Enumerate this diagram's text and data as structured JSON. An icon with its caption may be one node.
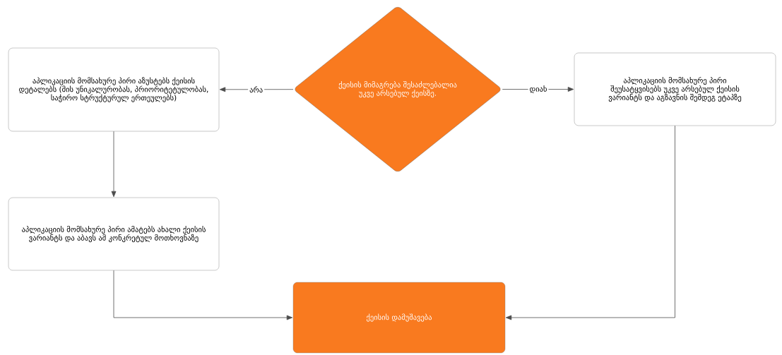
{
  "diagram": {
    "nodes": [
      {
        "text": [
          "აპლიკაციის მომსახურე პირი აზუსტებს ქეისის დეტალებს (მის უნიკალურობას, პრიორიტეტულობას, საჭირო სტრუქტურულ ერთეულებს)"
        ]
      },
      {
        "text": [
          "ქეისის  მიმაგრება შესაძლებალია უკვე არსებულ ქეისზე."
        ]
      },
      {
        "text": [
          "აპლიკაციის მომსახურე პირი შეუსატყვისებს უკვე არსებულ ქეისის ვარიანტს და აგზავნის შემდეგ ეტაპზე"
        ]
      },
      {
        "text": [
          "აპლიკაციის მომსახურე პირი ამატებს ახალი ქეისის ვარიანტს და აბავს ამ კონკრეტულ მოთხოვნაზე"
        ]
      },
      {
        "text": [
          "ქეისის დამუშავება"
        ]
      }
    ],
    "edges": [
      {
        "from": 1,
        "to": 0,
        "arrow": "to",
        "label": "არა"
      },
      {
        "from": 1,
        "to": 2,
        "arrow": "to",
        "label": "დიახ"
      },
      {
        "from": 0,
        "to": 3,
        "arrow": "to"
      },
      {
        "from": 3,
        "to": 4,
        "arrow": "to"
      },
      {
        "from": 2,
        "to": 4,
        "arrow": "to"
      }
    ]
  }
}
